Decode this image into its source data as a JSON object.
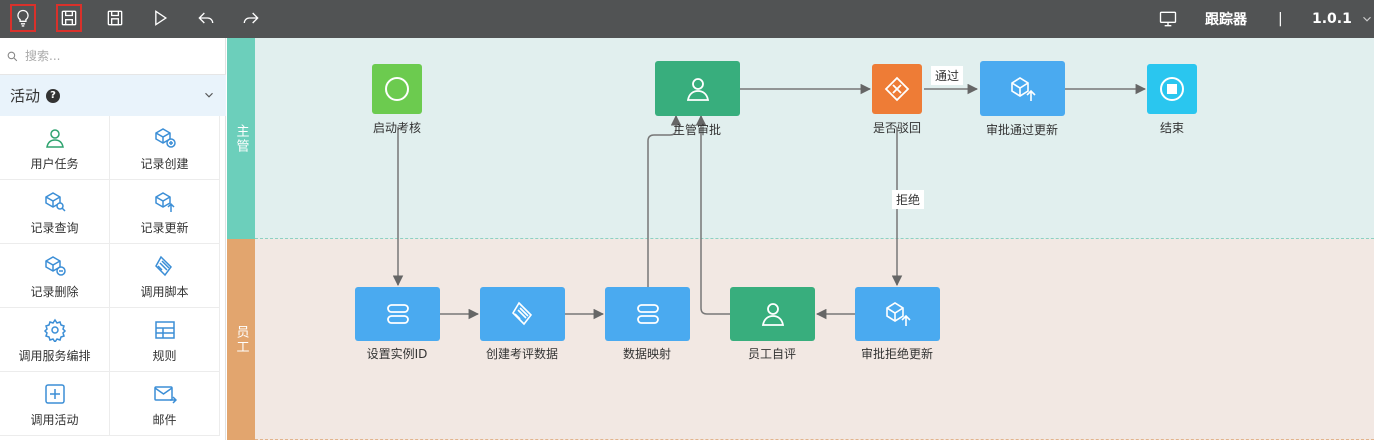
{
  "toolbar": {
    "buttons": [
      {
        "name": "lightbulb-icon"
      },
      {
        "name": "save-icon"
      },
      {
        "name": "save-as-icon"
      },
      {
        "name": "run-icon"
      },
      {
        "name": "undo-icon"
      },
      {
        "name": "redo-icon"
      }
    ],
    "tracker_label": "跟踪器",
    "separator": "|",
    "version": "1.0.1",
    "accent_outline": "#d9312b",
    "background": "#515354"
  },
  "sidebar": {
    "search_placeholder": "搜索...",
    "section_title": "活动",
    "help_badge": "?",
    "items": [
      {
        "label": "用户任务",
        "icon": "user-icon",
        "color": "#2fa36f"
      },
      {
        "label": "记录创建",
        "icon": "cube-add-icon",
        "color": "#3b8ed6"
      },
      {
        "label": "记录查询",
        "icon": "cube-search-icon",
        "color": "#3b8ed6"
      },
      {
        "label": "记录更新",
        "icon": "cube-upload-icon",
        "color": "#3b8ed6"
      },
      {
        "label": "记录删除",
        "icon": "cube-remove-icon",
        "color": "#3b8ed6"
      },
      {
        "label": "调用脚本",
        "icon": "script-icon",
        "color": "#3b8ed6"
      },
      {
        "label": "调用服务编排",
        "icon": "gear-icon",
        "color": "#3b8ed6"
      },
      {
        "label": "规则",
        "icon": "table-icon",
        "color": "#3b8ed6"
      },
      {
        "label": "调用活动",
        "icon": "plus-box-icon",
        "color": "#3b8ed6"
      },
      {
        "label": "邮件",
        "icon": "mail-icon",
        "color": "#3b8ed6"
      }
    ]
  },
  "lanes": [
    {
      "label": "主管",
      "color": "#6ccfbb",
      "background": "#e1efee"
    },
    {
      "label": "员工",
      "color": "#e2a56e",
      "background": "#f2e8e3"
    }
  ],
  "nodes": {
    "start": {
      "label": "启动考核",
      "color": "#6ccb4f",
      "icon": "circle-start-icon"
    },
    "manager_approve": {
      "label": "主管审批",
      "color": "#38ae7d",
      "icon": "user-icon"
    },
    "reject_gateway": {
      "label": "是否驳回",
      "color": "#ee7c36",
      "icon": "gateway-icon"
    },
    "approve_update": {
      "label": "审批通过更新",
      "color": "#4aaaf0",
      "icon": "cube-upload-icon"
    },
    "end": {
      "label": "结束",
      "color": "#2ac6ef",
      "icon": "stop-icon"
    },
    "set_instance": {
      "label": "设置实例ID",
      "color": "#4aaaf0",
      "icon": "server-icon"
    },
    "create_data": {
      "label": "创建考评数据",
      "color": "#4aaaf0",
      "icon": "script-icon"
    },
    "data_mapping": {
      "label": "数据映射",
      "color": "#4aaaf0",
      "icon": "server-icon"
    },
    "self_review": {
      "label": "员工自评",
      "color": "#38ae7d",
      "icon": "user-icon"
    },
    "reject_update": {
      "label": "审批拒绝更新",
      "color": "#4aaaf0",
      "icon": "cube-upload-icon"
    }
  },
  "edge_labels": {
    "pass": "通过",
    "reject": "拒绝"
  }
}
